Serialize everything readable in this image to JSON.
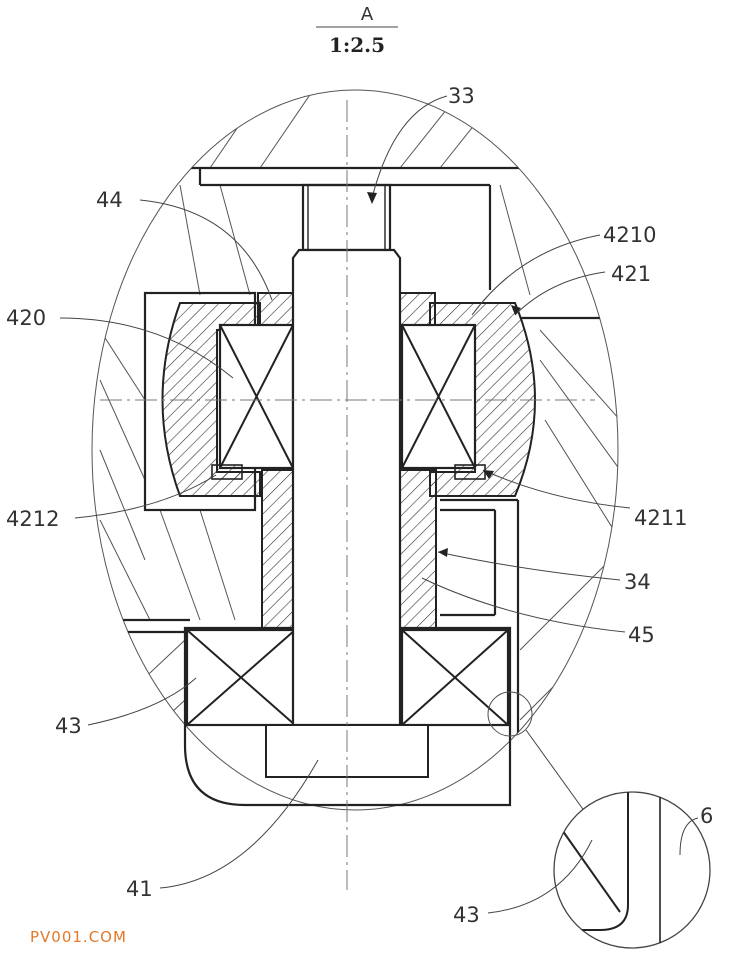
{
  "view": {
    "name": "A",
    "scale": "1:2.5"
  },
  "labels": {
    "l33": "33",
    "l44": "44",
    "l4210": "4210",
    "l421": "421",
    "l420": "420",
    "l4212": "4212",
    "l4211": "4211",
    "l34": "34",
    "l45": "45",
    "l43": "43",
    "l41": "41",
    "l43_detail": "43",
    "l6": "6"
  },
  "watermark": "PV001.COM"
}
